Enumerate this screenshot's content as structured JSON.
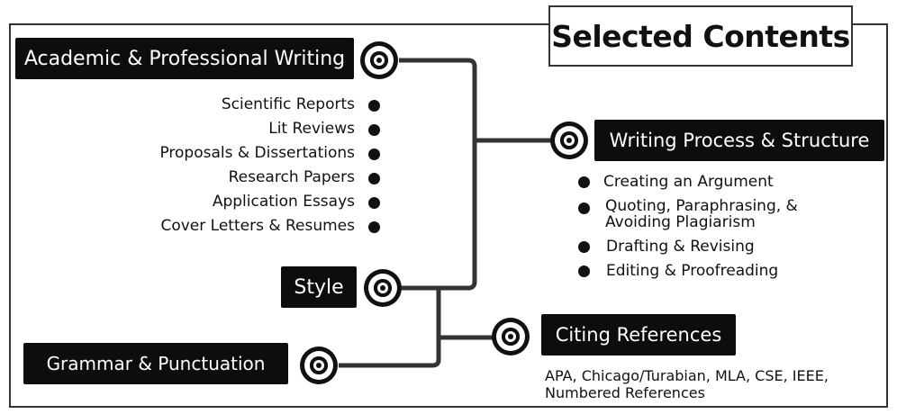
{
  "title": "Selected Contents",
  "sections": {
    "academic": {
      "heading": "Academic & Professional Writing",
      "items": [
        "Scientific Reports",
        "Lit Reviews",
        "Proposals & Dissertations",
        "Research Papers",
        "Application Essays",
        "Cover Letters & Resumes"
      ]
    },
    "writing_process": {
      "heading": "Writing Process & Structure",
      "items": [
        "Creating an Argument",
        "Quoting, Paraphrasing, &",
        "Avoiding Plagiarism",
        "Drafting & Revising",
        "Editing & Proofreading"
      ]
    },
    "style": {
      "heading": "Style"
    },
    "citing": {
      "heading": "Citing References",
      "text_line1": "APA, Chicago/Turabian, MLA, CSE, IEEE,",
      "text_line2": "Numbered References"
    },
    "grammar": {
      "heading": "Grammar & Punctuation"
    }
  },
  "colors": {
    "label_bg": "#0d0d0d",
    "label_fg": "#ffffff",
    "line": "#333333"
  },
  "icons": {
    "node": "target-icon",
    "bullet": "bullet-icon"
  }
}
